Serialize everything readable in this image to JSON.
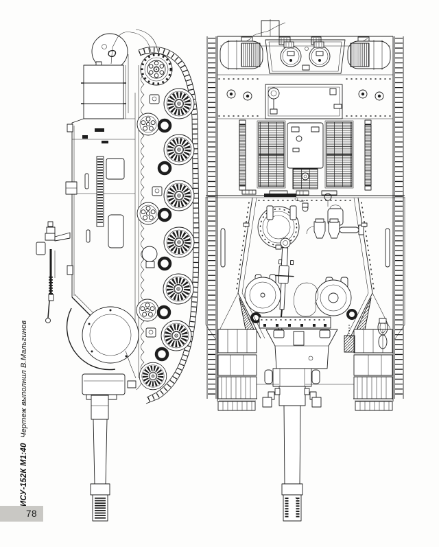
{
  "page": {
    "number": "78"
  },
  "caption": {
    "title": "ИСУ-152К М1:40",
    "credit": "Чертеж выполнил В.Мальгинов"
  },
  "colors": {
    "ink": "#1d1d1d",
    "paper": "#fdfdfc",
    "page_band": "#c9c8c4"
  }
}
